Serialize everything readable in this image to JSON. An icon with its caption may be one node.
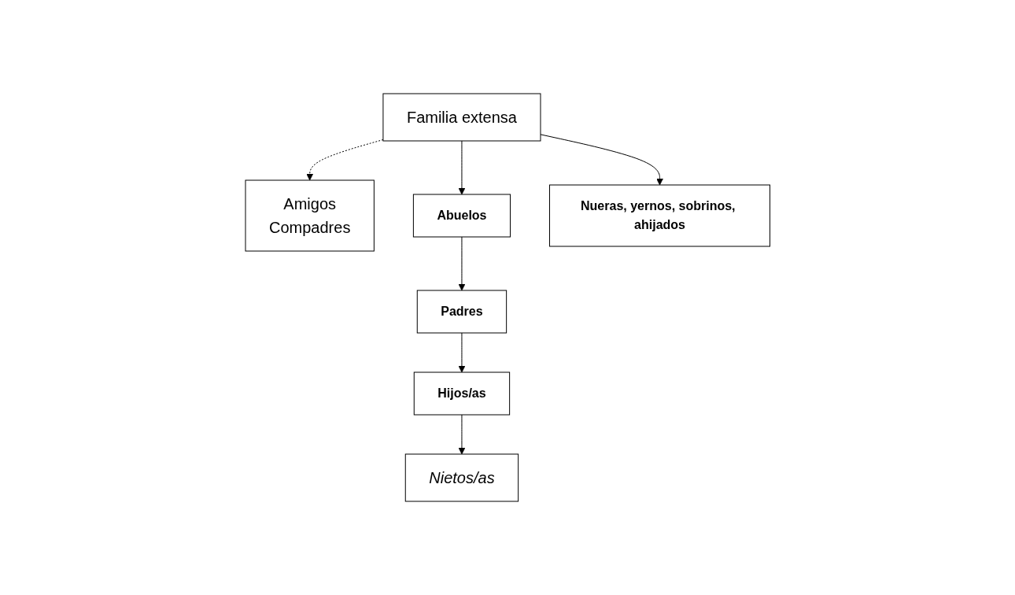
{
  "diagram": {
    "nodes": [
      {
        "text": [
          "Familia extensa"
        ]
      },
      {
        "text": [
          "Amigos",
          "Compadres"
        ]
      },
      {
        "text": [
          "Abuelos"
        ]
      },
      {
        "text": [
          "Nueras, yernos, sobrinos, ahijados"
        ]
      },
      {
        "text": [
          "Padres"
        ]
      },
      {
        "text": [
          "Hijos/as"
        ]
      },
      {
        "text": [
          "Nietos/as"
        ]
      }
    ],
    "edges": [
      {
        "from": 0,
        "to": 1,
        "arrow": "to",
        "style": "dashed"
      },
      {
        "from": 0,
        "to": 2,
        "arrow": "to"
      },
      {
        "from": 0,
        "to": 3,
        "arrow": "to"
      },
      {
        "from": 2,
        "to": 4,
        "arrow": "to"
      },
      {
        "from": 4,
        "to": 5,
        "arrow": "to"
      },
      {
        "from": 5,
        "to": 6,
        "arrow": "to"
      }
    ]
  }
}
